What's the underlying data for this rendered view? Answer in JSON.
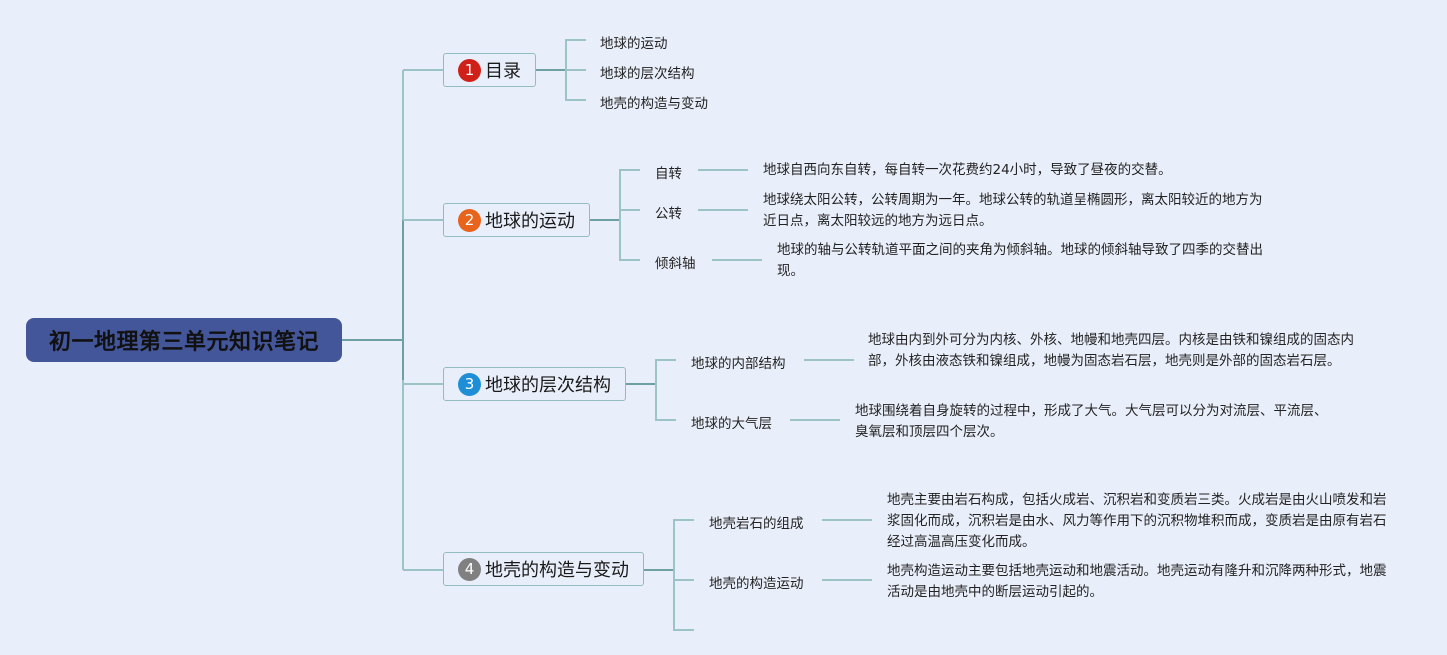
{
  "root": {
    "title": "初一地理第三单元知识笔记"
  },
  "colors": {
    "background": "#e9effa",
    "root_fill": "#44569a",
    "line_main": "#6e9fa2",
    "line_light": "#9cc3c6",
    "topic_border": "#93bcc0"
  },
  "topics": [
    {
      "number": "1",
      "badge_color": "#d0201a",
      "label": "目录",
      "children": [
        {
          "label": "地球的运动"
        },
        {
          "label": "地球的层次结构"
        },
        {
          "label": "地壳的构造与变动"
        }
      ]
    },
    {
      "number": "2",
      "badge_color": "#e8631c",
      "label": "地球的运动",
      "children": [
        {
          "label": "自转",
          "note": "地球自西向东自转，每自转一次花费约24小时，导致了昼夜的交替。"
        },
        {
          "label": "公转",
          "note": "地球绕太阳公转，公转周期为一年。地球公转的轨道呈椭圆形，离太阳较近的地方为近日点，离太阳较远的地方为远日点。"
        },
        {
          "label": "倾斜轴",
          "note": "地球的轴与公转轨道平面之间的夹角为倾斜轴。地球的倾斜轴导致了四季的交替出现。"
        }
      ]
    },
    {
      "number": "3",
      "badge_color": "#1e8fd6",
      "label": "地球的层次结构",
      "children": [
        {
          "label": "地球的内部结构",
          "note": "地球由内到外可分为内核、外核、地幔和地壳四层。内核是由铁和镍组成的固态内部，外核由液态铁和镍组成，地幔为固态岩石层，地壳则是外部的固态岩石层。"
        },
        {
          "label": "地球的大气层",
          "note": "地球围绕着自身旋转的过程中，形成了大气。大气层可以分为对流层、平流层、臭氧层和顶层四个层次。"
        }
      ]
    },
    {
      "number": "4",
      "badge_color": "#808080",
      "label": "地壳的构造与变动",
      "children": [
        {
          "label": "地壳岩石的组成",
          "note": "地壳主要由岩石构成，包括火成岩、沉积岩和变质岩三类。火成岩是由火山喷发和岩浆固化而成，沉积岩是由水、风力等作用下的沉积物堆积而成，变质岩是由原有岩石经过高温高压变化而成。"
        },
        {
          "label": "地壳的构造运动",
          "note": "地壳构造运动主要包括地壳运动和地震活动。地壳运动有隆升和沉降两种形式，地震活动是由地壳中的断层运动引起的。"
        }
      ]
    }
  ]
}
